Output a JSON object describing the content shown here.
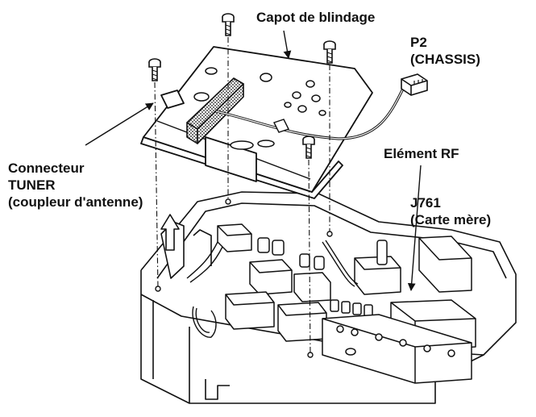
{
  "labels": {
    "shield_cover": "Capot de blindage",
    "p2_line1": "P2",
    "p2_line2": "(CHASSIS)",
    "tuner_line1": "Connecteur",
    "tuner_line2": "TUNER",
    "tuner_line3": "(coupleur d'antenne)",
    "rf_element": "Elément RF",
    "j761_line1": "J761",
    "j761_line2": "(Carte mère)"
  },
  "colors": {
    "ink": "#111111",
    "paper": "#ffffff",
    "shade": "#cfcfcf"
  }
}
